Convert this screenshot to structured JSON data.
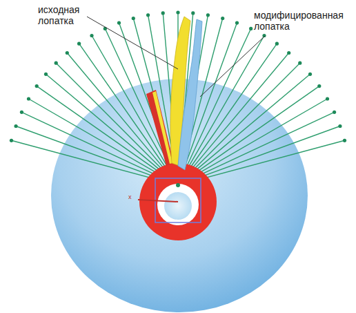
{
  "diagram": {
    "labels": [
      "исходная лопатка",
      "модифицированная лопатка",
      "x"
    ]
  }
}
